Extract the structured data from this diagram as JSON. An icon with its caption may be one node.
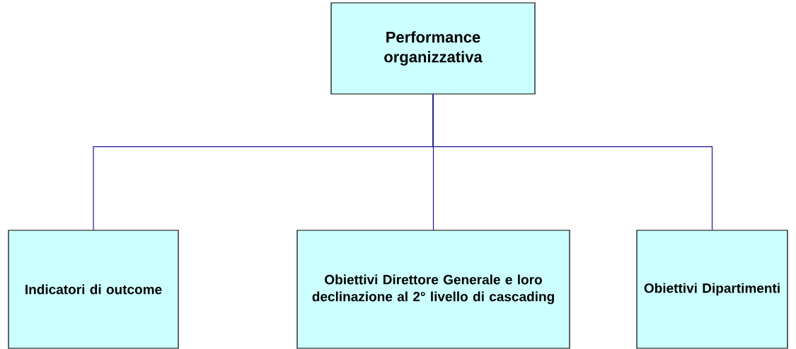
{
  "diagram": {
    "nodes": [
      {
        "text": [
          "Performance organizzativa"
        ]
      },
      {
        "text": [
          "Indicatori di outcome"
        ]
      },
      {
        "text": [
          "Obiettivi Direttore Generale e loro declinazione al 2° livello di cascading"
        ]
      },
      {
        "text": [
          "Obiettivi Dipartimenti"
        ]
      }
    ],
    "edges": [
      {
        "from": 0,
        "to": 1,
        "arrow": "none"
      },
      {
        "from": 0,
        "to": 2,
        "arrow": "none"
      },
      {
        "from": 0,
        "to": 3,
        "arrow": "none"
      }
    ]
  }
}
